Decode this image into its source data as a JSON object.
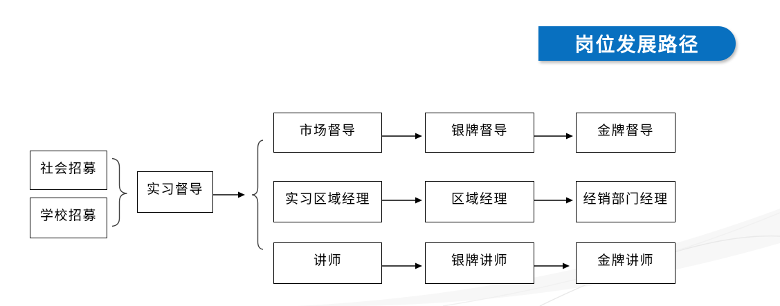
{
  "banner": {
    "title": "岗位发展路径"
  },
  "colors": {
    "accent": "#0870c0",
    "banner_text": "#ffffff",
    "box_border": "#000000",
    "connector": "#000000",
    "brace": "#404040",
    "swoosh": "#ececec"
  },
  "diagram": {
    "sources": [
      "社会招募",
      "学校招募"
    ],
    "entry": "实习督导",
    "tracks": [
      [
        "市场督导",
        "银牌督导",
        "金牌督导"
      ],
      [
        "实习区域经理",
        "区域经理",
        "经销部门经理"
      ],
      [
        "讲师",
        "银牌讲师",
        "金牌讲师"
      ]
    ]
  }
}
